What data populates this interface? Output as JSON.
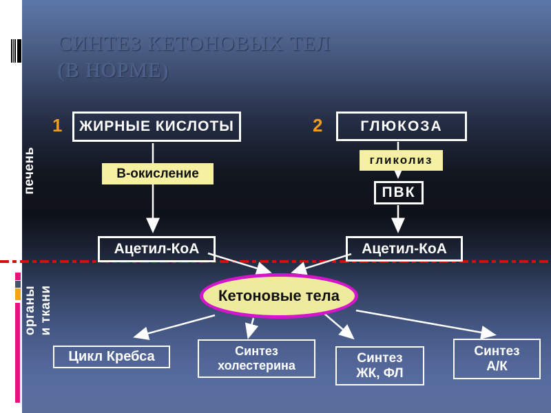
{
  "slide": {
    "title_line1": "СИНТЕЗ КЕТОНОВЫХ ТЕЛ",
    "title_line2": "(В НОРМЕ)"
  },
  "regions": {
    "liver": "печень",
    "tissues_line1": "органы",
    "tissues_line2": "и ткани"
  },
  "nodes": {
    "fatty_acids": {
      "number": "1",
      "label": "ЖИРНЫЕ КИСЛОТЫ"
    },
    "glucose": {
      "number": "2",
      "label": "ГЛЮКОЗА"
    },
    "beta_oxidation": {
      "label": "В-окисление"
    },
    "glycolysis": {
      "label": "гликолиз"
    },
    "pvk": {
      "label": "ПВК"
    },
    "acetyl_coa_left": {
      "label": "Ацетил-КоА"
    },
    "acetyl_coa_right": {
      "label": "Ацетил-КоА"
    },
    "ketone_bodies": {
      "label": "Кетоновые тела"
    },
    "krebs_cycle": {
      "label": "Цикл Кребса"
    },
    "cholesterol_synthesis": {
      "line1": "Синтез",
      "line2": "холестерина"
    },
    "fa_pl_synthesis": {
      "line1": "Синтез",
      "line2": "ЖК, ФЛ"
    },
    "ak_synthesis": {
      "line1": "Синтез",
      "line2": "А/К"
    }
  },
  "icons": {
    "barcode": "barcode-icon"
  },
  "colors": {
    "accent-yellow": "#f5f1a0",
    "ellipse-fill": "#eeea9e",
    "ellipse-border": "#d316cb",
    "divider-red": "#d40f0f",
    "num-orange": "#f09c1e",
    "bar-pink": "#e8127f",
    "sq-orange": "#f2a50c",
    "sq-gray": "#46536b",
    "box-border": "#ffffff"
  }
}
